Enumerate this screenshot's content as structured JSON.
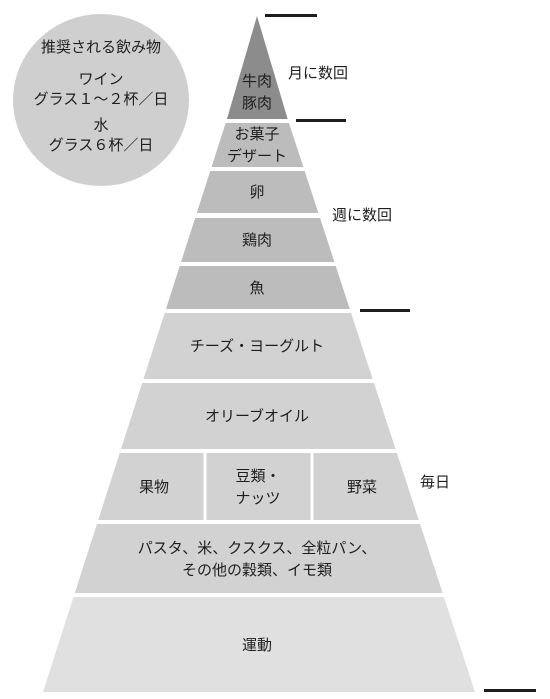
{
  "drinks": {
    "title": "推奨される飲み物",
    "items": [
      {
        "name": "ワイン",
        "amount": "グラス１～２杯／日"
      },
      {
        "name": "水",
        "amount": "グラス６杯／日"
      }
    ]
  },
  "tiers": [
    {
      "label": "牛肉\n豚肉",
      "color": "#8c8c8c"
    },
    {
      "label": "お菓子\nデザート",
      "color": "#bcbcbc"
    },
    {
      "label": "卵",
      "color": "#bcbcbc"
    },
    {
      "label": "鶏肉",
      "color": "#bcbcbc"
    },
    {
      "label": "魚",
      "color": "#bcbcbc"
    },
    {
      "label": "チーズ・ヨーグルト",
      "color": "#d2d2d2"
    },
    {
      "label": "オリーブオイル",
      "color": "#d2d2d2"
    },
    {
      "segments": [
        "果物",
        "豆類・\nナッツ",
        "野菜"
      ],
      "color": "#d2d2d2"
    },
    {
      "label": "パスタ、米、クスクス、全粒パン、\nその他の穀類、イモ類",
      "color": "#d2d2d2"
    },
    {
      "label": "運動",
      "color": "#e0e0e0"
    }
  ],
  "frequencies": {
    "monthly": "月に数回",
    "weekly": "週に数回",
    "daily": "毎日"
  }
}
